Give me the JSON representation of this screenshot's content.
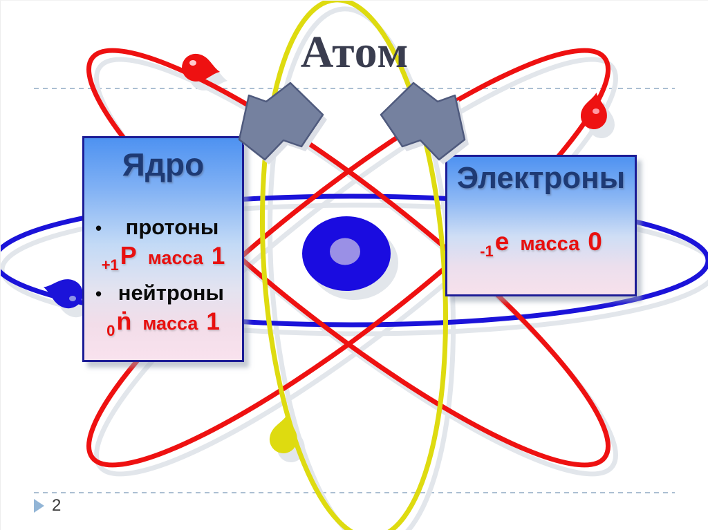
{
  "slide": {
    "title": "Атом",
    "page_number": "2",
    "bullet_glyph": "•"
  },
  "nucleus_box": {
    "title": "Ядро",
    "items": [
      {
        "label": "протоны",
        "formula": {
          "sub": "+1",
          "symbol": "P",
          "word": "масса",
          "value": "1"
        }
      },
      {
        "label": "нейтроны",
        "formula": {
          "sub": "0",
          "symbol": "ṅ",
          "word": "масса",
          "value": "1"
        }
      }
    ]
  },
  "electrons_box": {
    "title": "Электроны",
    "formula": {
      "sub": "-1",
      "symbol": "e",
      "word": "масса",
      "value": "0"
    }
  },
  "diagram": {
    "description": "atom with nucleus and four orbits with electrons",
    "orbit_count": "4",
    "electron_count": "4"
  },
  "colors": {
    "orbit_red": "#ee1111",
    "orbit_blue": "#1b13d9",
    "orbit_yellow": "#dedb10",
    "nucleus_fill": "#1a0ce0",
    "nucleus_core": "#9a90e6",
    "arrow_fill": "#75819f",
    "arrow_border": "#4f5a7d",
    "box_border": "#1c1c96",
    "header_text": "#1e3a74",
    "accent_red_text": "#e8100f",
    "dashed_line": "#abbfd2",
    "title_text": "#3a3d4f",
    "shadow_gray": "#e2e6eb",
    "page_marker": "#92b5d6"
  }
}
